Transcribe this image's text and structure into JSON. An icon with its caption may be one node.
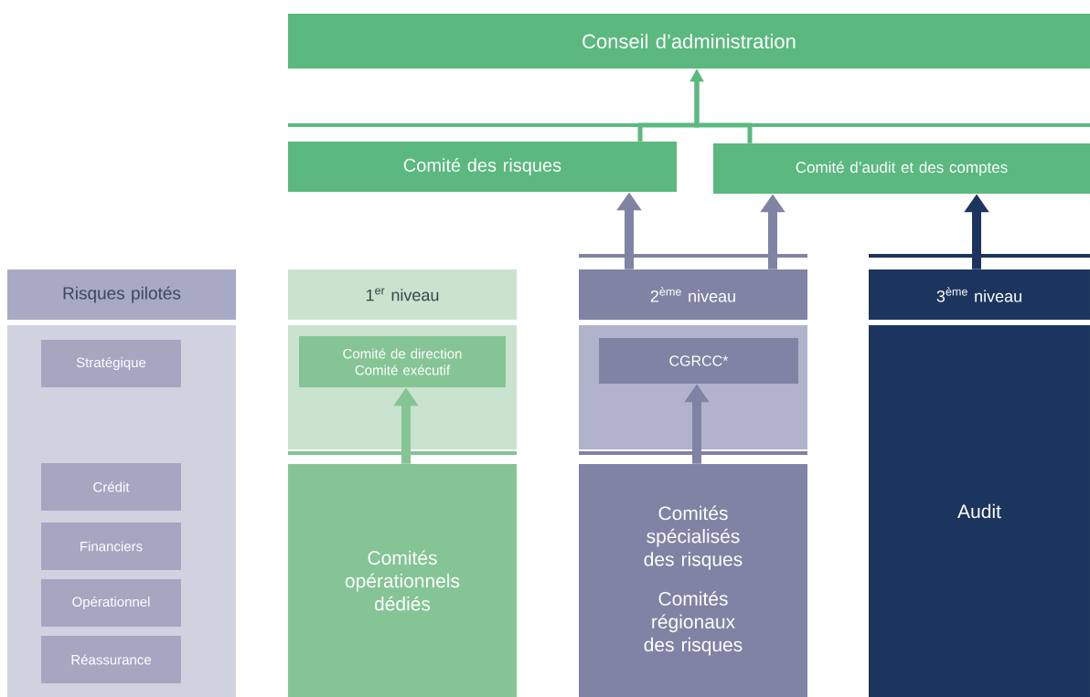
{
  "diagram": {
    "nodes": [
      {
        "text": [
          "Conseil d’administration"
        ]
      },
      {
        "text": [
          "Comité des risques"
        ]
      },
      {
        "text": [
          "Comité d’audit et des comptes"
        ]
      },
      {
        "text": [
          "Risques pilotés"
        ]
      },
      {
        "text": [],
        "shape": "box"
      },
      {
        "text": [
          "Stratégique"
        ],
        "in": 4
      },
      {
        "text": [
          "Crédit"
        ],
        "in": 4
      },
      {
        "text": [
          "Financiers"
        ],
        "in": 4
      },
      {
        "text": [
          "Opérationnel"
        ],
        "in": 4
      },
      {
        "text": [
          "Réassurance"
        ],
        "in": 4
      },
      {
        "text": [
          "1$^{er}$ niveau"
        ]
      },
      {
        "text": [],
        "shape": "box"
      },
      {
        "text": [
          "Comité de direction",
          "Comité exécutif"
        ],
        "in": 11
      },
      {
        "text": [
          "Comités opérationnels dédiés"
        ]
      },
      {
        "text": [
          "2$^{ème}$ niveau"
        ]
      },
      {
        "text": [],
        "shape": "box"
      },
      {
        "text": [
          "CGRCC*"
        ],
        "in": 15
      },
      {
        "text": [
          "Comités spécialisés des risques",
          "Comités régionaux des risques"
        ]
      },
      {
        "text": [
          "3$^{ème}$ niveau"
        ]
      },
      {
        "text": [
          "Audit"
        ]
      }
    ],
    "edges": [
      {
        "from": 1,
        "to": 0,
        "arrow": "to",
        "color": "#5bb87f"
      },
      {
        "from": 2,
        "to": 0,
        "arrow": "to",
        "color": "#5bb87f"
      },
      {
        "from": 14,
        "to": 1,
        "arrow": "to",
        "color": "#8083a3"
      },
      {
        "from": 14,
        "to": 2,
        "arrow": "to",
        "color": "#8083a3"
      },
      {
        "from": 18,
        "to": 2,
        "arrow": "to",
        "color": "#1c355e"
      },
      {
        "from": 13,
        "to": 12,
        "arrow": "to",
        "color": "#84c495"
      },
      {
        "from": 17,
        "to": 16,
        "arrow": "to",
        "color": "#8083a3"
      }
    ]
  }
}
